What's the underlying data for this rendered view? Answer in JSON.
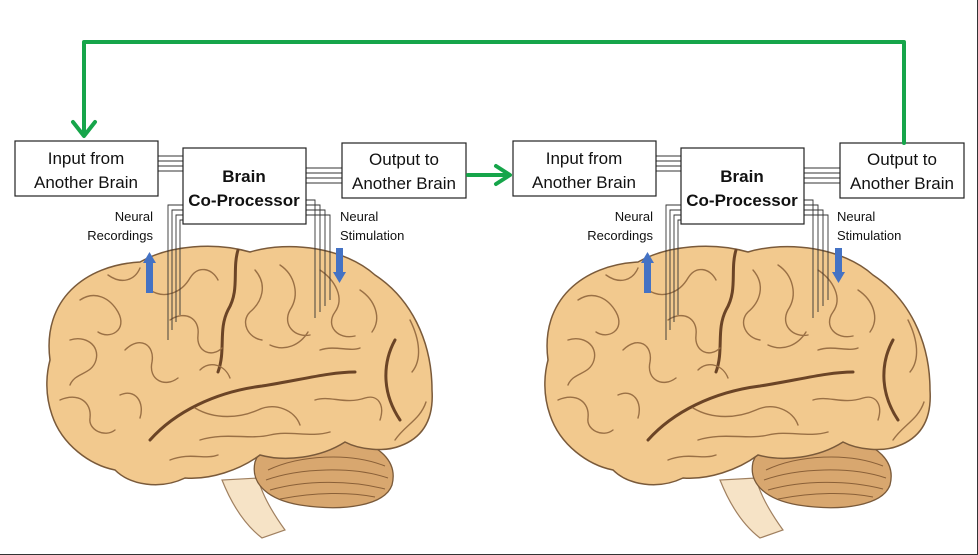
{
  "colors": {
    "loop_arrow": "#16a54a",
    "signal_arrows": "#4472c4",
    "brain_fill": "#f2c98e"
  },
  "left_unit": {
    "input_box": {
      "line1": "Input from",
      "line2": "Another Brain"
    },
    "coprocessor_box": {
      "line1": "Brain",
      "line2": "Co-Processor"
    },
    "output_box": {
      "line1": "Output to",
      "line2": "Another Brain"
    },
    "recordings_label": {
      "line1": "Neural",
      "line2": "Recordings"
    },
    "stimulation_label": {
      "line1": "Neural",
      "line2": "Stimulation"
    }
  },
  "right_unit": {
    "input_box": {
      "line1": "Input from",
      "line2": "Another Brain"
    },
    "coprocessor_box": {
      "line1": "Brain",
      "line2": "Co-Processor"
    },
    "output_box": {
      "line1": "Output to",
      "line2": "Another Brain"
    },
    "recordings_label": {
      "line1": "Neural",
      "line2": "Recordings"
    },
    "stimulation_label": {
      "line1": "Neural",
      "line2": "Stimulation"
    }
  },
  "icons": {
    "upward_arrow": "arrow-up-icon",
    "downward_arrow": "arrow-down-icon",
    "connection_arrow": "arrow-right-icon"
  }
}
